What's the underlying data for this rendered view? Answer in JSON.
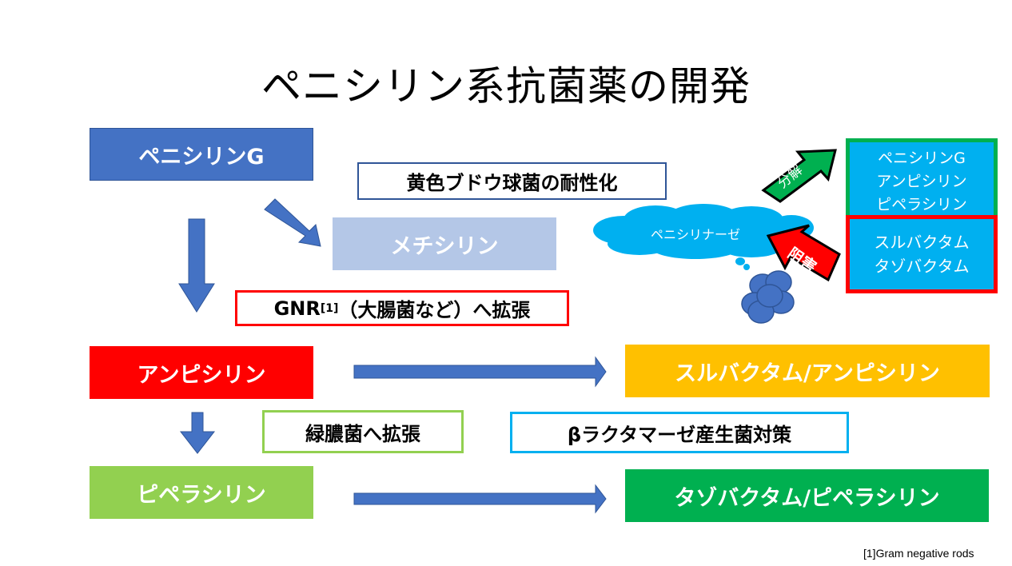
{
  "title": "ペニシリン系抗菌薬の開発",
  "drugs": {
    "penicillin_g": "ペニシリンG",
    "methicillin": "メチシリン",
    "ampicillin": "アンピシリン",
    "piperacillin": "ピペラシリン",
    "sulbactam_ampicillin": "スルバクタム/アンピシリン",
    "tazobactam_piperacillin": "タゾバクタム/ピペラシリン"
  },
  "notes": {
    "staph_resistance": "黄色ブドウ球菌の耐性化",
    "gnr_prefix": "GNR",
    "gnr_ref": "[1]",
    "gnr_suffix": "（大腸菌など）へ拡張",
    "pseudomonas": "緑膿菌へ拡張",
    "beta_lactamase": "βラクタマーゼ産生菌対策"
  },
  "mechanism": {
    "enzyme": "ペニシリナーゼ",
    "degrade_label": "分解",
    "inhibit_label": "阻害",
    "substrates": [
      "ペニシリンG",
      "アンピシリン",
      "ピペラシリン"
    ],
    "inhibitors": [
      "スルバクタム",
      "タゾバクタム"
    ]
  },
  "footnote": "[1]Gram negative rods",
  "colors": {
    "blue": "#4472c4",
    "light_blue": "#b4c7e7",
    "red": "#ff0000",
    "orange": "#ffc000",
    "light_green": "#92d050",
    "green": "#00b050",
    "cyan": "#00b0f0",
    "navy_border": "#2f5597"
  }
}
